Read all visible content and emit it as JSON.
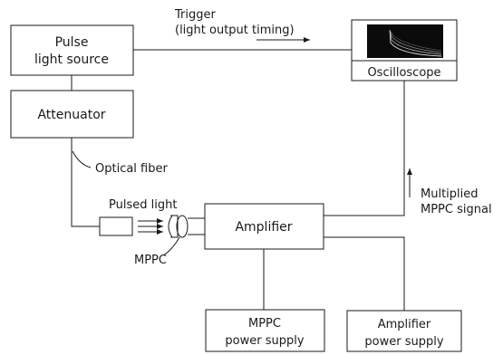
{
  "blocks": {
    "pulse_light_source": [
      "Pulse",
      "light source"
    ],
    "attenuator": "Attenuator",
    "oscilloscope": "Oscilloscope",
    "amplifier": "Amplifier",
    "mppc_power_supply": [
      "MPPC",
      "power supply"
    ],
    "amplifier_power_supply": [
      "Amplifier",
      "power supply"
    ]
  },
  "labels": {
    "trigger": [
      "Trigger",
      "(light output timing)"
    ],
    "optical_fiber": "Optical fiber",
    "pulsed_light": "Pulsed light",
    "mppc": "MPPC",
    "multiplied_signal": [
      "Multiplied",
      "MPPC signal"
    ]
  },
  "colors": {
    "line": "#1a1a1a",
    "screen": "#0b0b0b",
    "trace": "#d8d8d8"
  }
}
